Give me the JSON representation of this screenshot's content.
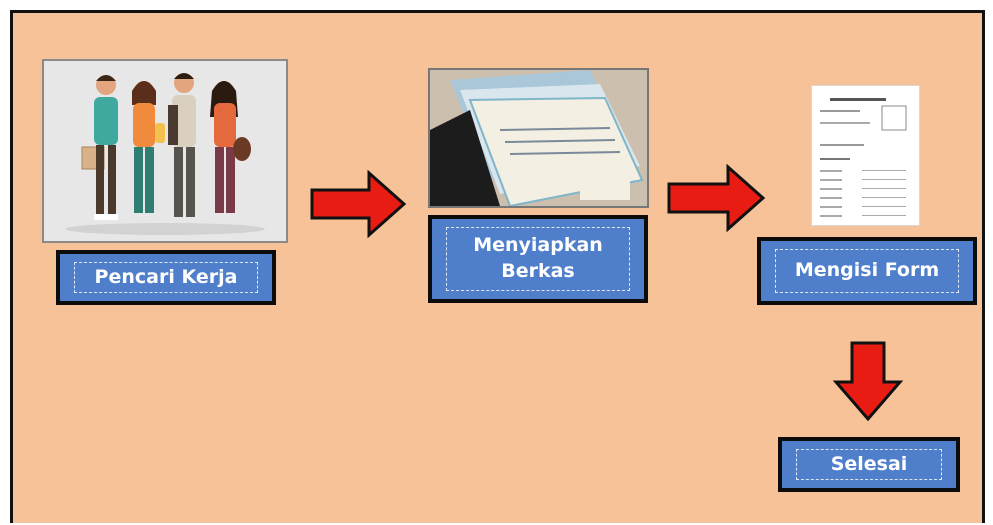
{
  "diagram": {
    "steps": [
      {
        "id": "pencari-kerja",
        "label": "Pencari Kerja"
      },
      {
        "id": "menyiapkan-berkas",
        "label_line1": "Menyiapkan",
        "label_line2": "Berkas"
      },
      {
        "id": "mengisi-form",
        "label": "Mengisi Form"
      },
      {
        "id": "selesai",
        "label": "Selesai"
      }
    ],
    "colors": {
      "background": "#f7c298",
      "box_fill": "#4f7fcb",
      "box_border": "#0c0c0c",
      "arrow": "#e81c12",
      "label_text": "#ffffff"
    },
    "icons": [
      "job-seekers-image",
      "documents-photo-image",
      "form-document-image",
      "right-arrow-icon",
      "down-arrow-icon"
    ]
  }
}
